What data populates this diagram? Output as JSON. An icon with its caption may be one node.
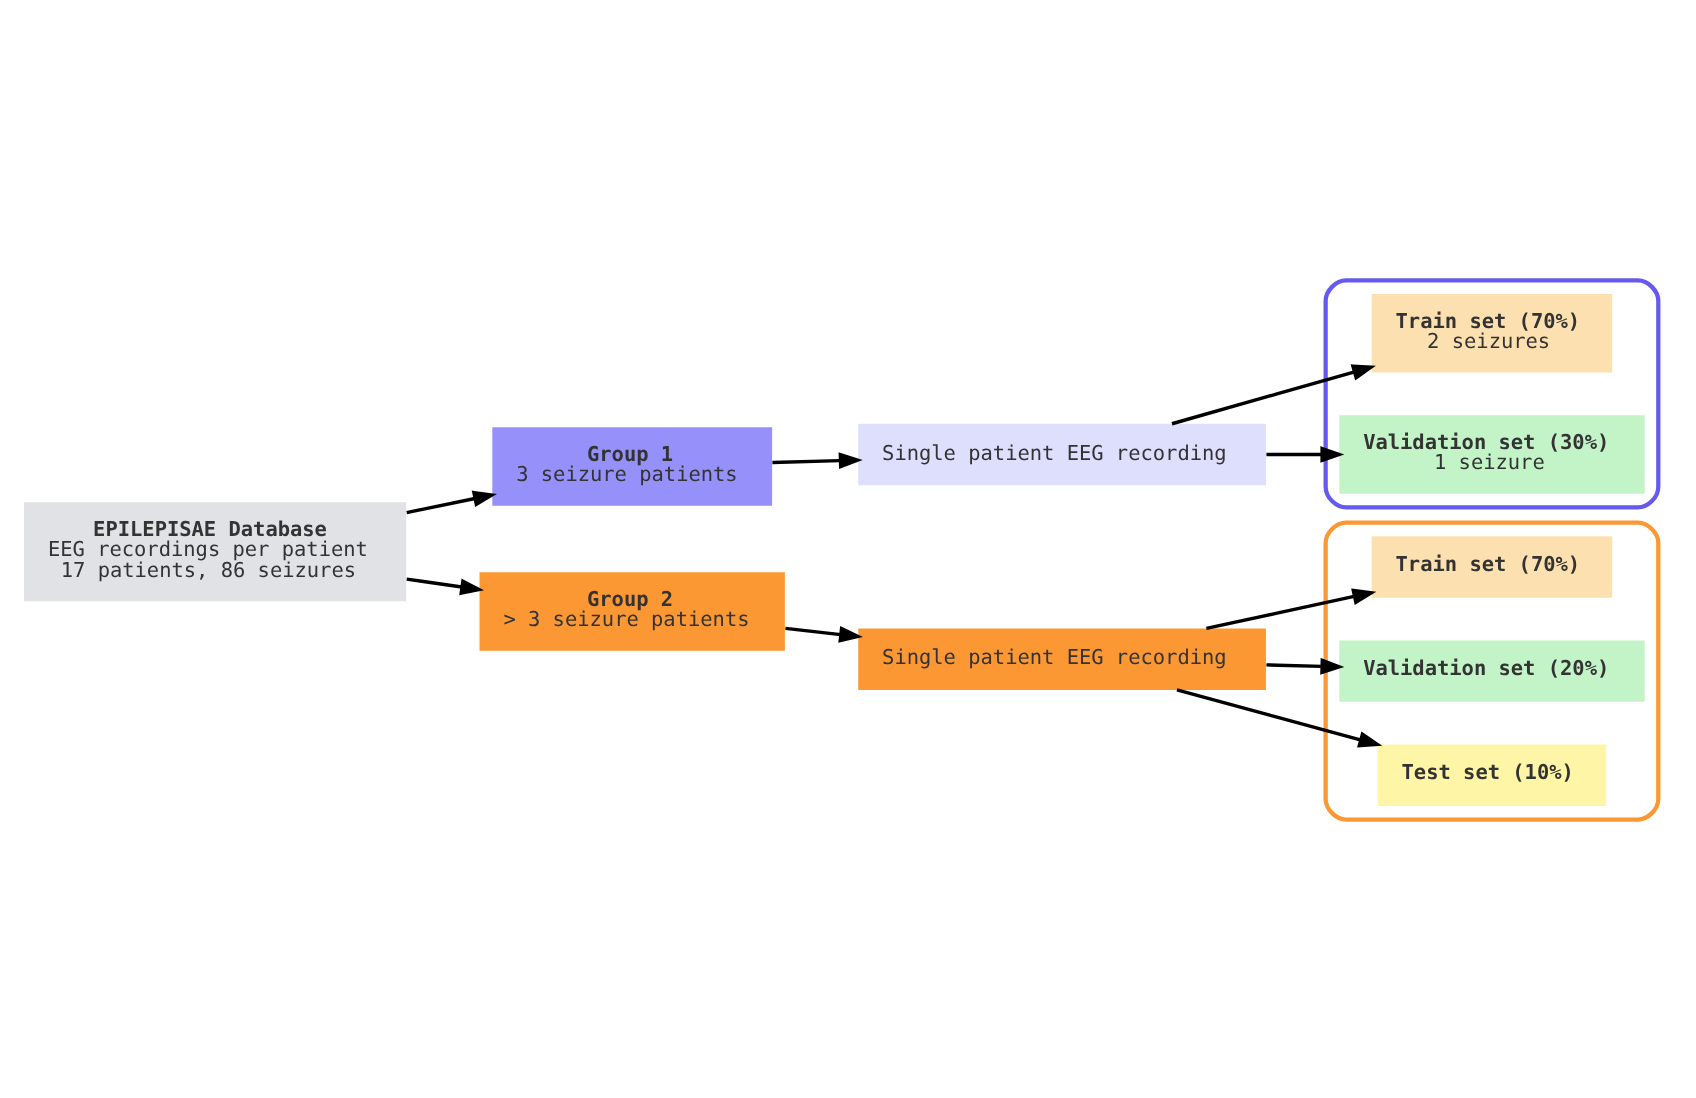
{
  "diagram": {
    "nodes": [
      {
        "text": [
          "EPILEPISAE Database",
          "EEG recordings per patient",
          "17 patients, 86 seizures"
        ]
      },
      {
        "text": [
          "Group 1",
          "3 seizure patients"
        ]
      },
      {
        "text": [
          "Single patient EEG recording"
        ]
      },
      {
        "text": [],
        "shape": "box"
      },
      {
        "text": [
          "Train set (70%)",
          "2 seizures"
        ],
        "in": 3
      },
      {
        "text": [
          "Validation set (30%)",
          "1 seizure"
        ],
        "in": 3
      },
      {
        "text": [
          "Group 2",
          "> 3 seizure patients"
        ]
      },
      {
        "text": [
          "Single patient EEG recording"
        ]
      },
      {
        "text": [],
        "shape": "box"
      },
      {
        "text": [
          "Train set (70%)"
        ],
        "in": 8
      },
      {
        "text": [
          "Validation set (20%)"
        ],
        "in": 8
      },
      {
        "text": [
          "Test set (10%)"
        ],
        "in": 8
      }
    ],
    "edges": [
      {
        "from": 0,
        "to": 1,
        "arrow": "to"
      },
      {
        "from": 0,
        "to": 6,
        "arrow": "to"
      },
      {
        "from": 1,
        "to": 2,
        "arrow": "to"
      },
      {
        "from": 6,
        "to": 7,
        "arrow": "to"
      },
      {
        "from": 2,
        "to": 4,
        "arrow": "to"
      },
      {
        "from": 2,
        "to": 5,
        "arrow": "to"
      },
      {
        "from": 7,
        "to": 9,
        "arrow": "to"
      },
      {
        "from": 7,
        "to": 10,
        "arrow": "to"
      },
      {
        "from": 7,
        "to": 11,
        "arrow": "to"
      }
    ]
  }
}
